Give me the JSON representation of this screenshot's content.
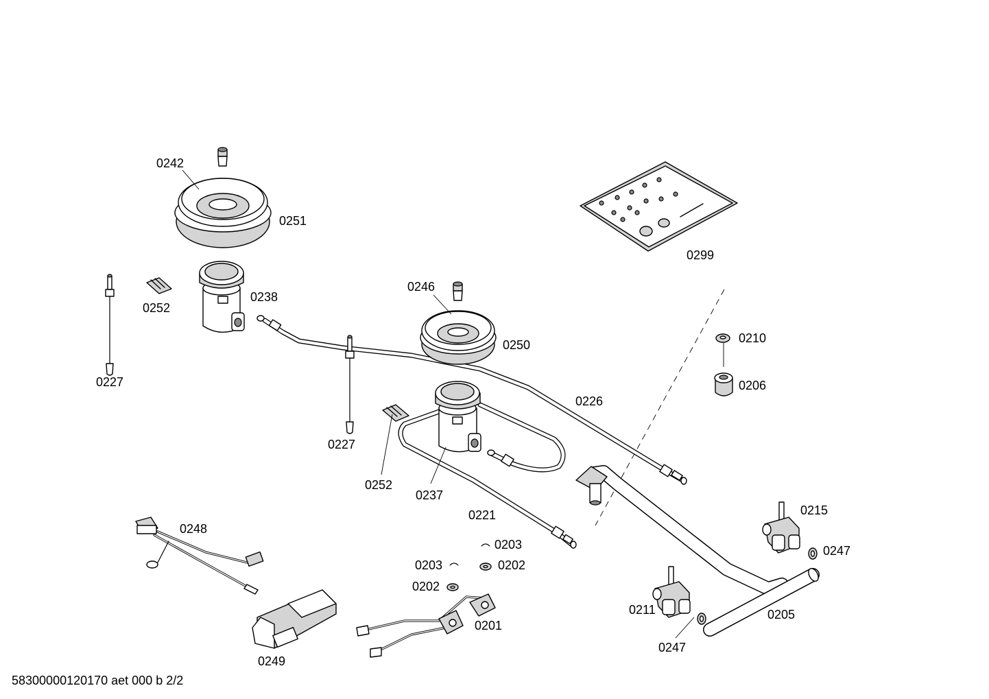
{
  "labels": {
    "p0242": "0242",
    "p0251": "0251",
    "p0252_a": "0252",
    "p0238": "0238",
    "p0227_a": "0227",
    "p0246": "0246",
    "p0250": "0250",
    "p0227_b": "0227",
    "p0226": "0226",
    "p0252_b": "0252",
    "p0237": "0237",
    "p0221": "0221",
    "p0299": "0299",
    "p0210": "0210",
    "p0206": "0206",
    "p0215": "0215",
    "p0247_a": "0247",
    "p0211": "0211",
    "p0247_b": "0247",
    "p0205": "0205",
    "p0248": "0248",
    "p0249": "0249",
    "p0203_a": "0203",
    "p0203_b": "0203",
    "p0202_a": "0202",
    "p0202_b": "0202",
    "p0201": "0201"
  },
  "footer": {
    "document_code": "58300000120170 aet 000 b 2/2"
  }
}
